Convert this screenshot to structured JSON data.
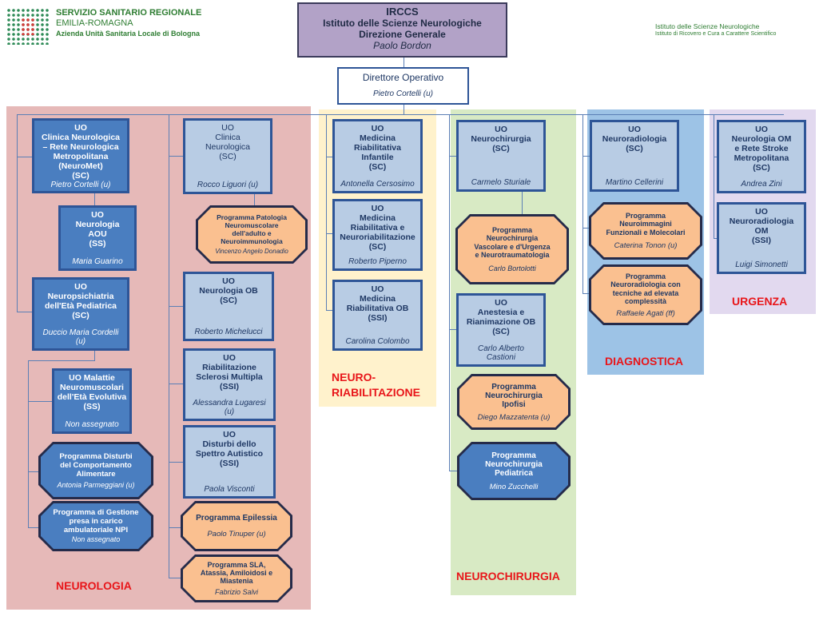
{
  "header": {
    "left_logo_lines": [
      "SERVIZIO SANITARIO REGIONALE",
      "EMILIA-ROMAGNA",
      "Azienda Unità Sanitaria Locale di Bologna"
    ],
    "right_logo_lines": [
      "Istituto delle Scienze Neurologiche",
      "Istituto di Ricovero e Cura a Carattere Scientifico"
    ]
  },
  "colors": {
    "neurologia_bg": "#e6b9b8",
    "neuroriab_bg": "#fff2cc",
    "neurochir_bg": "#d8eac4",
    "diagnostica_bg": "#9dc3e6",
    "urgenza_bg": "#e2d9ef",
    "unit_fill": "#b8cce4",
    "unit_border": "#2e5597",
    "program_fill": "#fac090",
    "label_red": "#e8161a"
  },
  "top": {
    "title_lines": [
      "IRCCS",
      "Istituto delle Scienze Neurologiche",
      "Direzione Generale"
    ],
    "person": "Paolo Bordon",
    "operativo_title": "Direttore Operativo",
    "operativo_person": "Pietro Cortelli (u)"
  },
  "areas": {
    "neurologia": "NEUROLOGIA",
    "neuroriabilitazione": "NEURO-\nRIABILITAZIONE",
    "neurochirurgia": "NEUROCHIRURGIA",
    "diagnostica": "DIAGNOSTICA",
    "urgenza": "URGENZA"
  },
  "units": {
    "clinica_neuromet": {
      "title": "UO\nClinica Neurologica\n– Rete Neurologica\nMetropolitana\n(NeuroMet)\n(SC)",
      "person": "Pietro Cortelli (u)"
    },
    "neurologia_aou": {
      "title": "UO\nNeurologia\nAOU\n(SS)",
      "person": "Maria Guarino"
    },
    "neuropsichiatria": {
      "title": "UO\nNeuropsichiatria\ndell'Età Pediatrica\n(SC)",
      "person": "Duccio Maria Cordelli\n(u)"
    },
    "malattie_neuromuscolari": {
      "title": "UO Malattie\nNeuromuscolari\ndell'Età Evolutiva\n(SS)",
      "person": "Non assegnato"
    },
    "clinica_neurologica": {
      "title": "UO\nClinica\nNeurologica\n(SC)",
      "person": "Rocco Liguori (u)"
    },
    "neurologia_ob": {
      "title": "UO\nNeurologia OB\n(SC)",
      "person": "Roberto Michelucci"
    },
    "sclerosi_multipla": {
      "title": "UO\nRiabilitazione\nSclerosi Multipla\n(SSI)",
      "person": "Alessandra Lugaresi\n(u)"
    },
    "spettro_autistico": {
      "title": "UO\nDisturbi dello\nSpettro Autistico\n(SSI)",
      "person": "Paola Visconti"
    },
    "riab_infantile": {
      "title": "UO\nMedicina\nRiabilitativa\nInfantile\n(SC)",
      "person": "Antonella Cersosimo"
    },
    "riab_neuro": {
      "title": "UO\nMedicina\nRiabilitativa e\nNeuroriabilitazione\n(SC)",
      "person": "Roberto Piperno"
    },
    "riab_ob": {
      "title": "UO\nMedicina\nRiabilitativa OB\n(SSI)",
      "person": "Carolina Colombo"
    },
    "neurochirurgia": {
      "title": "UO\nNeurochirurgia\n(SC)",
      "person": "Carmelo Sturiale"
    },
    "anestesia": {
      "title": "UO\nAnestesia e\nRianimazione OB\n(SC)",
      "person": "Carlo Alberto\nCastioni"
    },
    "neuroradiologia": {
      "title": "UO\nNeuroradiologia\n(SC)",
      "person": "Martino Cellerini"
    },
    "neurologia_om": {
      "title": "UO\nNeurologia OM\ne Rete Stroke\nMetropolitana\n(SC)",
      "person": "Andrea Zini"
    },
    "neuroradiologia_om": {
      "title": "UO\nNeuroradiologia\nOM\n(SSI)",
      "person": "Luigi Simonetti"
    }
  },
  "programs": {
    "patologia_neuromuscolare": {
      "title": "Programma Patologia\nNeuromuscolare\ndell'adulto e\nNeuroimmunologia",
      "person": "Vincenzo Angelo Donadio"
    },
    "disturbi_alimentare": {
      "title": "Programma Disturbi\ndel Comportamento\nAlimentare",
      "person": "Antonia Parmeggiani (u)"
    },
    "gestione_npi": {
      "title": "Programma di Gestione\npresa in carico\nambulatoriale NPI",
      "person": "Non assegnato"
    },
    "epilessia": {
      "title": "Programma Epilessia",
      "person": "Paolo Tinuper (u)"
    },
    "sla": {
      "title": "Programma SLA,\nAtassia, Amiloidosi e\nMiastenia",
      "person": "Fabrizio Salvi"
    },
    "neurochir_vascolare": {
      "title": "Programma\nNeurochirurgia\nVascolare e d'Urgenza\ne Neurotraumatologia",
      "person": "Carlo Bortolotti"
    },
    "ipofisi": {
      "title": "Programma\nNeurochirurgia\nIpofisi",
      "person": "Diego Mazzatenta (u)"
    },
    "pediatrica": {
      "title": "Programma\nNeurochirurgia\nPediatrica",
      "person": "Mino Zucchelli"
    },
    "neuroimmagini": {
      "title": "Programma\nNeuroimmagini\nFunzionali e Molecolari",
      "person": "Caterina Tonon (u)"
    },
    "tecniche_elevata": {
      "title": "Programma\nNeuroradiologia con\ntecniche ad elevata\ncomplessità",
      "person": "Raffaele Agati (ff)"
    }
  }
}
